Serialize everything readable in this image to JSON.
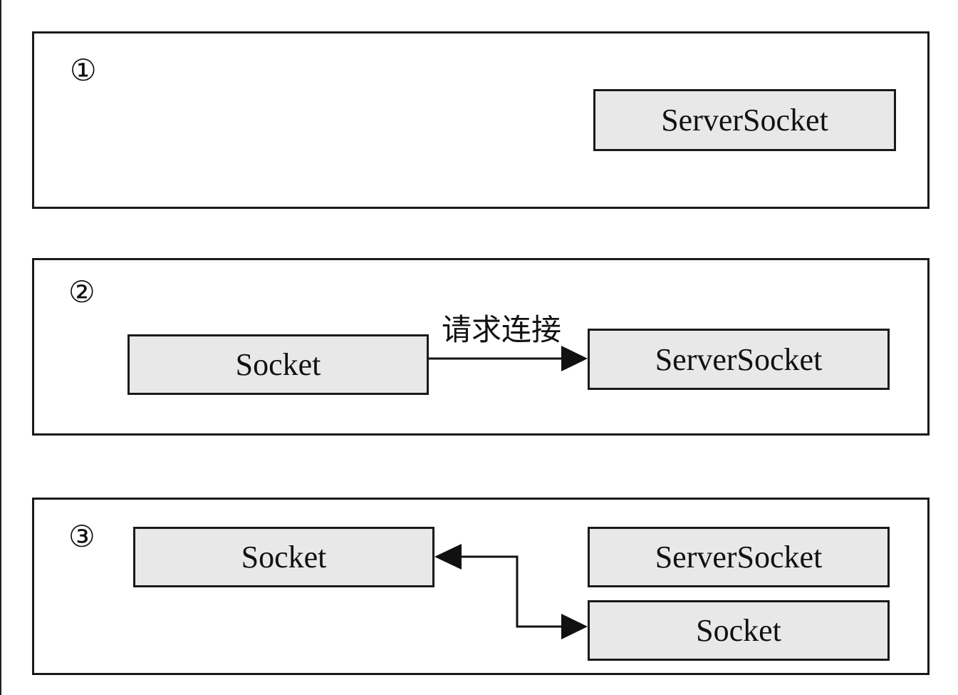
{
  "panel1": {
    "step": "①",
    "server": "ServerSocket"
  },
  "panel2": {
    "step": "②",
    "client": "Socket",
    "arrow_label": "请求连接",
    "server": "ServerSocket"
  },
  "panel3": {
    "step": "③",
    "client": "Socket",
    "server": "ServerSocket",
    "server_socket": "Socket"
  }
}
